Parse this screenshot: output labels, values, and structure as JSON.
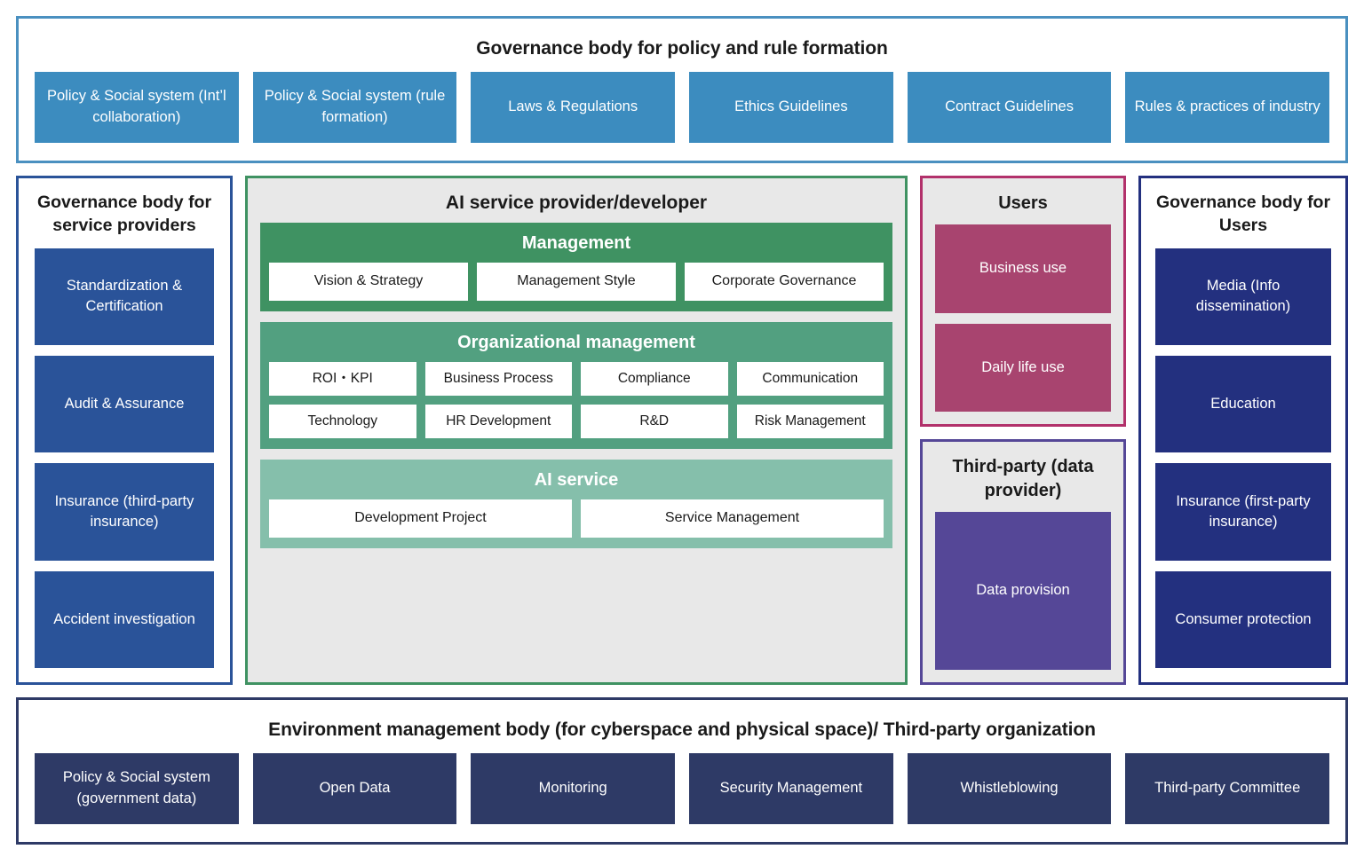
{
  "top_panel": {
    "title": "Governance body for policy and rule formation",
    "items": [
      "Policy & Social system (Int’l collaboration)",
      "Policy & Social system (rule formation)",
      "Laws & Regulations",
      "Ethics Guidelines",
      "Contract Guidelines",
      "Rules & practices of industry"
    ]
  },
  "gov_service_providers": {
    "title": "Governance body for service providers",
    "items": [
      "Standardization & Certification",
      "Audit & Assurance",
      "Insurance (third-party insurance)",
      "Accident investigation"
    ]
  },
  "provider": {
    "title": "AI service provider/developer",
    "layers": [
      {
        "name": "Management",
        "rows": [
          [
            "Vision & Strategy",
            "Management Style",
            "Corporate Governance"
          ]
        ]
      },
      {
        "name": "Organizational management",
        "rows": [
          [
            "ROI・KPI",
            "Business Process",
            "Compliance",
            "Communication"
          ],
          [
            "Technology",
            "HR Development",
            "R&D",
            "Risk Management"
          ]
        ]
      },
      {
        "name": "AI service",
        "rows": [
          [
            "Development Project",
            "Service Management"
          ]
        ]
      }
    ]
  },
  "users": {
    "title": "Users",
    "items": [
      "Business use",
      "Daily life use"
    ]
  },
  "third_party": {
    "title": "Third-party (data provider)",
    "items": [
      "Data provision"
    ]
  },
  "gov_users": {
    "title": "Governance body for Users",
    "items": [
      "Media (Info dissemination)",
      "Education",
      "Insurance (first-party insurance)",
      "Consumer protection"
    ]
  },
  "bottom_panel": {
    "title": "Environment management body (for cyberspace and physical space)/ Third-party organization",
    "items": [
      "Policy & Social system (government data)",
      "Open Data",
      "Monitoring",
      "Security Management",
      "Whistleblowing",
      "Third-party Committee"
    ]
  },
  "colors": {
    "top_border": "#4a90c0",
    "top_chip": "#3c8cbf",
    "gov_left_border": "#2a5399",
    "gov_left_box": "#2a5399",
    "provider_border": "#3f9262",
    "provider_bg": "#e8e8e8",
    "management": "#3f9262",
    "organizational": "#52a080",
    "ai_service": "#85bfab",
    "users_border": "#b2316b",
    "users_box": "#a8446f",
    "third_party_border": "#554797",
    "third_party_box": "#554797",
    "gov_right_border": "#23307f",
    "gov_right_box": "#23307f",
    "bottom_border": "#2e3a66",
    "bottom_chip": "#2e3a66"
  }
}
